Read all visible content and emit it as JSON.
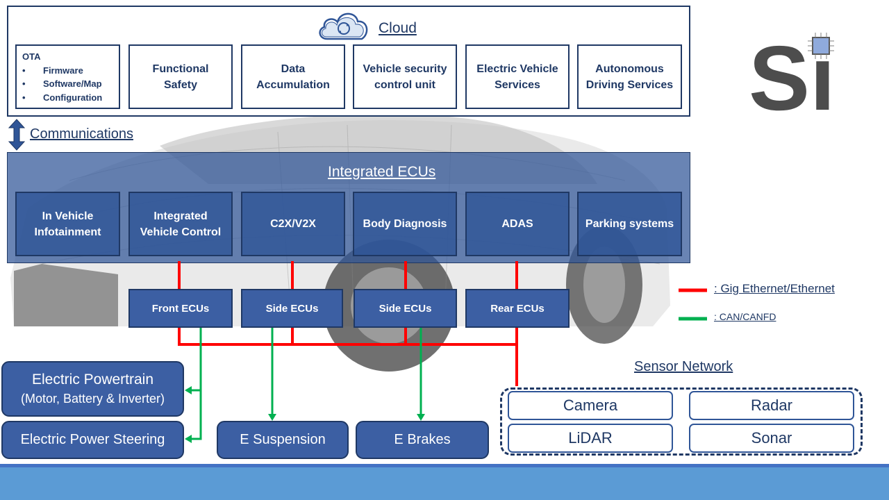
{
  "cloud": {
    "title": "Cloud",
    "ota": {
      "title": "OTA",
      "bullet": "•",
      "items": [
        "Firmware",
        "Software/Map",
        "Configuration"
      ]
    },
    "boxes": [
      {
        "line1": "Functional",
        "line2": "Safety"
      },
      {
        "line1": "Data",
        "line2": "Accumulation"
      },
      {
        "line1": "Vehicle security",
        "line2": "control unit"
      },
      {
        "line1": "Electric Vehicle",
        "line2": "Services"
      },
      {
        "line1": "Autonomous",
        "line2": "Driving Services"
      }
    ]
  },
  "communications": {
    "label": "Communications"
  },
  "integrated": {
    "title": "Integrated ECUs",
    "boxes": [
      {
        "line1": "In Vehicle",
        "line2": "Infotainment"
      },
      {
        "line1": "Integrated",
        "line2": "Vehicle Control"
      },
      {
        "line1": "C2X/V2X",
        "line2": ""
      },
      {
        "line1": "Body Diagnosis",
        "line2": ""
      },
      {
        "line1": "ADAS",
        "line2": ""
      },
      {
        "line1": "Parking systems",
        "line2": ""
      }
    ]
  },
  "zones": [
    "Front ECUs",
    "Side ECUs",
    "Side ECUs",
    "Rear ECUs"
  ],
  "actuators": {
    "powertrain": {
      "line1": "Electric Powertrain",
      "line2": "(Motor, Battery & Inverter)"
    },
    "steering": "Electric Power Steering",
    "suspension": "E Suspension",
    "brakes": "E Brakes"
  },
  "sensor_network": {
    "title": "Sensor Network",
    "sensors": [
      "Camera",
      "Radar",
      "LiDAR",
      "Sonar"
    ]
  },
  "legend": {
    "ethernet": {
      "label": ": Gig Ethernet/Ethernet",
      "color": "#ff0000"
    },
    "can": {
      "label": ": CAN/CANFD",
      "color": "#00b050"
    }
  },
  "logo": {
    "text": "Si"
  },
  "colors": {
    "navy": "#1f3864",
    "panel_blue": "#2f5597",
    "footer": "#5b9bd5"
  },
  "icons": [
    "cloud-sync-icon",
    "double-arrow-icon",
    "chip-icon"
  ]
}
